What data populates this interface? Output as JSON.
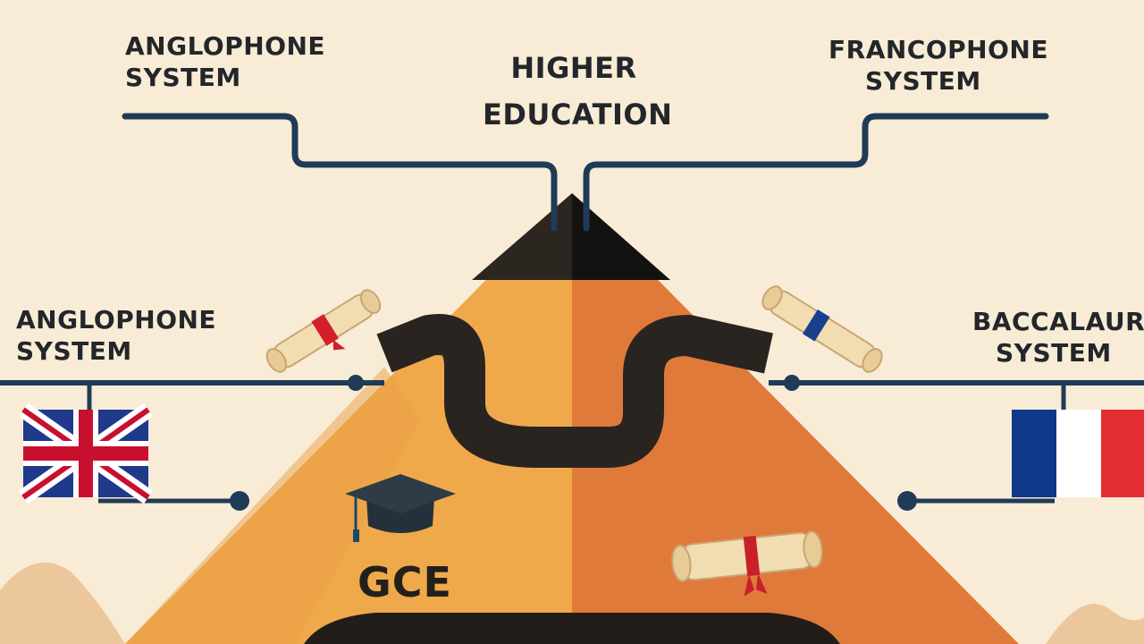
{
  "diagram": {
    "labels": {
      "top_left": {
        "line1": "ANGLOPHONE",
        "line2": "SYSTEM"
      },
      "top_center": {
        "line1": "HIGHER",
        "line2": "EDUCATION"
      },
      "top_right": {
        "line1": "FRANCOPHONE",
        "line2": "SYSTEM"
      },
      "mid_left": {
        "line1": "ANGLOPHONE",
        "line2": "SYSTEM"
      },
      "mid_right": {
        "line1": "BACCALAUR",
        "line2": "SYSTEM"
      },
      "pyramid_left": "GCE"
    },
    "icons": [
      "scroll-icon-red-ribbon",
      "scroll-icon-blue-ribbon",
      "graduation-cap-icon",
      "diploma-icon",
      "uk-flag-icon",
      "france-flag-icon"
    ],
    "colors": {
      "background": "#f8ecd6",
      "line": "#1f3b57",
      "pyramid_left": "#f0a94a",
      "pyramid_right": "#e07a3a",
      "pyramid_top": "#2a2420",
      "road": "#2a2420"
    }
  }
}
